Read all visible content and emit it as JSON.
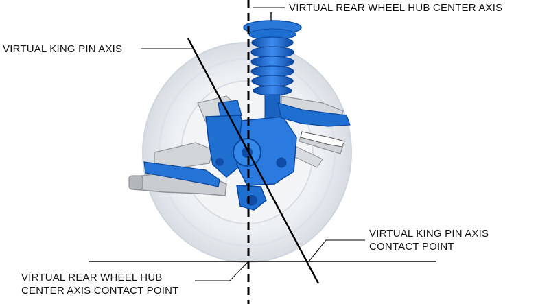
{
  "labels": {
    "hub_axis": "VIRTUAL REAR WHEEL HUB CENTER AXIS",
    "king_pin_axis": "VIRTUAL KING PIN AXIS",
    "king_pin_contact_line1": "VIRTUAL KING PIN AXIS",
    "king_pin_contact_line2": "CONTACT POINT",
    "hub_contact_line1": "VIRTUAL REAR WHEEL HUB",
    "hub_contact_line2": "CENTER AXIS CONTACT POINT"
  },
  "colors": {
    "suspension_blue": "#1f6fd1",
    "suspension_dark": "#0f4da8",
    "wheel_ghost": "#e8ecf1",
    "wheel_edge": "#c9d0d8",
    "line": "#000000"
  }
}
